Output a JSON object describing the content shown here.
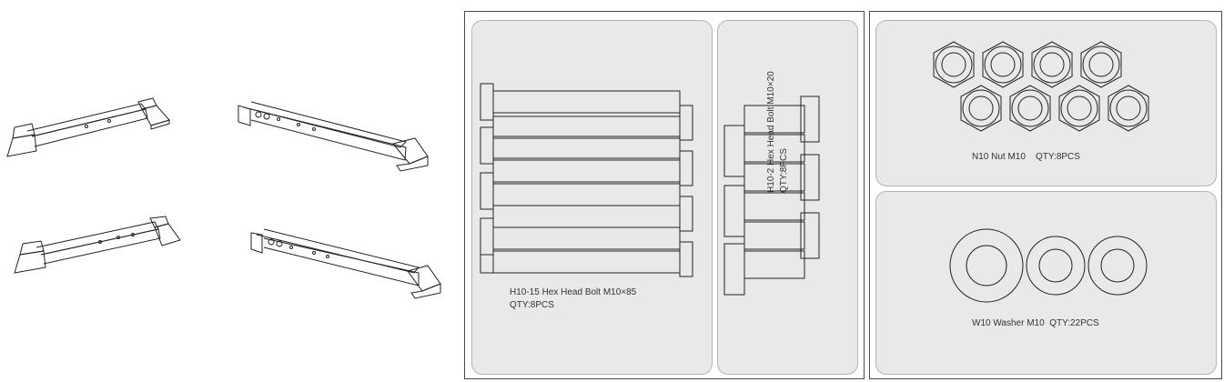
{
  "bolt_h10_15": {
    "name": "H10-15 Hex Head Bolt M10×85",
    "qty": "QTY:8PCS"
  },
  "bolt_h10_2": {
    "name": "H10-2 Hex Head Bolt M10×20",
    "qty": "QTY:8PCS"
  },
  "nut_n10": {
    "label": "N10 Nut M10    QTY:8PCS"
  },
  "washer_w10": {
    "label": "W10 Washer M10  QTY:22PCS"
  }
}
